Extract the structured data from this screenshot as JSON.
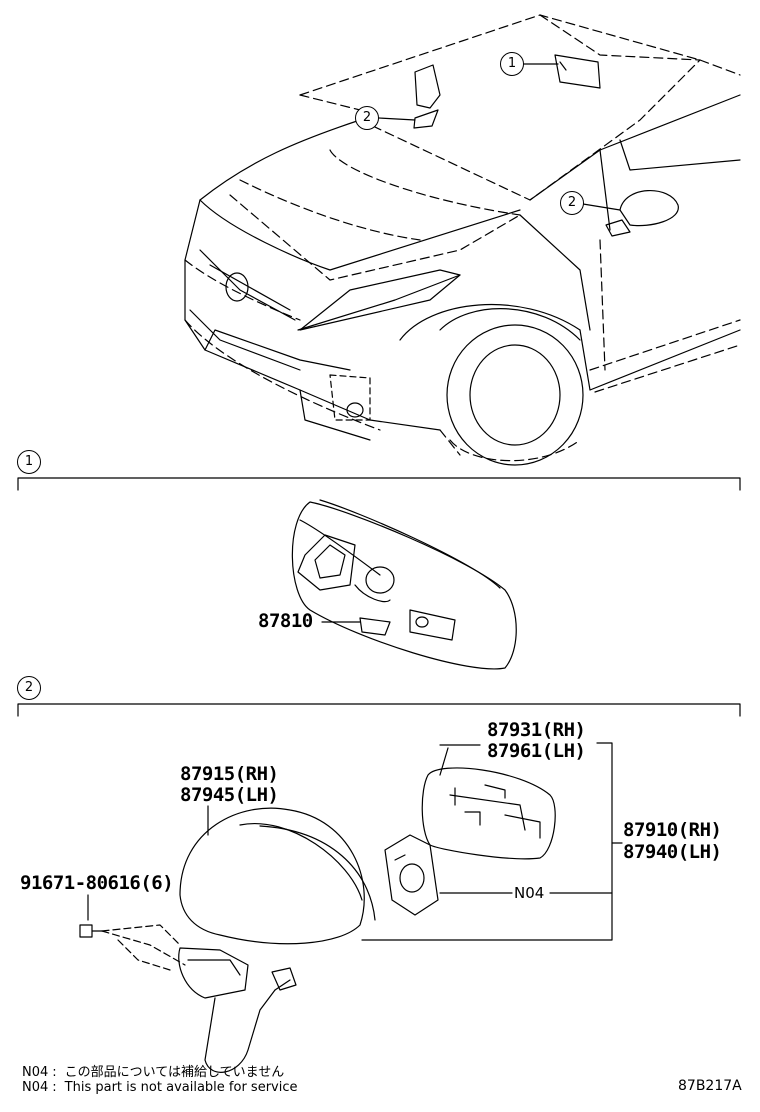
{
  "callouts": {
    "one": "1",
    "two": "2"
  },
  "sections": {
    "inner_mirror": {
      "marker": "1",
      "parts": [
        {
          "number": "87810"
        }
      ]
    },
    "outer_mirror": {
      "marker": "2",
      "parts": [
        {
          "number": "87915(RH)"
        },
        {
          "number": "87945(LH)"
        },
        {
          "number": "87931(RH)"
        },
        {
          "number": "87961(LH)"
        },
        {
          "number": "87910(RH)"
        },
        {
          "number": "87940(LH)"
        },
        {
          "number": "91671-80616(6)"
        }
      ],
      "n04_label": "N04"
    }
  },
  "notes": [
    {
      "code": "N04",
      "sep": ":",
      "text": "この部品については補給していません"
    },
    {
      "code": "N04",
      "sep": ":",
      "text": "This part is not available for service"
    }
  ],
  "illustration_code": "87B217A"
}
